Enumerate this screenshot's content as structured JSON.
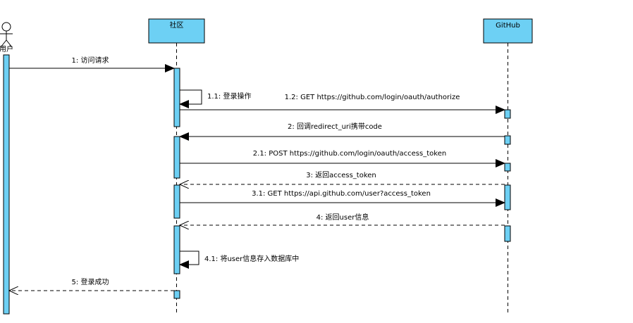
{
  "diagram": {
    "type": "sequence",
    "participants": [
      {
        "id": "user",
        "label": "用户",
        "kind": "actor"
      },
      {
        "id": "community",
        "label": "社区",
        "kind": "box"
      },
      {
        "id": "github",
        "label": "GitHub",
        "kind": "box"
      }
    ],
    "messages": [
      {
        "id": "m1",
        "label": "1: 访问请求",
        "from": "user",
        "to": "community",
        "kind": "sync"
      },
      {
        "id": "m1_1",
        "label": "1.1: 登录操作",
        "from": "community",
        "to": "community",
        "kind": "self"
      },
      {
        "id": "m1_2",
        "label": "1.2: GET https://github.com/login/oauth/authorize",
        "from": "community",
        "to": "github",
        "kind": "sync"
      },
      {
        "id": "m2",
        "label": "2: 回调redirect_uri携带code",
        "from": "github",
        "to": "community",
        "kind": "sync"
      },
      {
        "id": "m2_1",
        "label": "2.1: POST https://github.com/login/oauth/access_token",
        "from": "community",
        "to": "github",
        "kind": "sync"
      },
      {
        "id": "m3",
        "label": "3: 返回access_token",
        "from": "github",
        "to": "community",
        "kind": "return"
      },
      {
        "id": "m3_1",
        "label": "3.1: GET https://api.github.com/user?access_token",
        "from": "community",
        "to": "github",
        "kind": "sync"
      },
      {
        "id": "m4",
        "label": "4: 返回user信息",
        "from": "github",
        "to": "community",
        "kind": "return"
      },
      {
        "id": "m4_1",
        "label": "4.1: 将user信息存入数据库中",
        "from": "community",
        "to": "community",
        "kind": "self"
      },
      {
        "id": "m5",
        "label": "5: 登录成功",
        "from": "community",
        "to": "user",
        "kind": "return"
      }
    ],
    "colors": {
      "box_fill": "#6DD0F4",
      "activation_fill": "#6DD0F4",
      "line": "#000000"
    }
  }
}
